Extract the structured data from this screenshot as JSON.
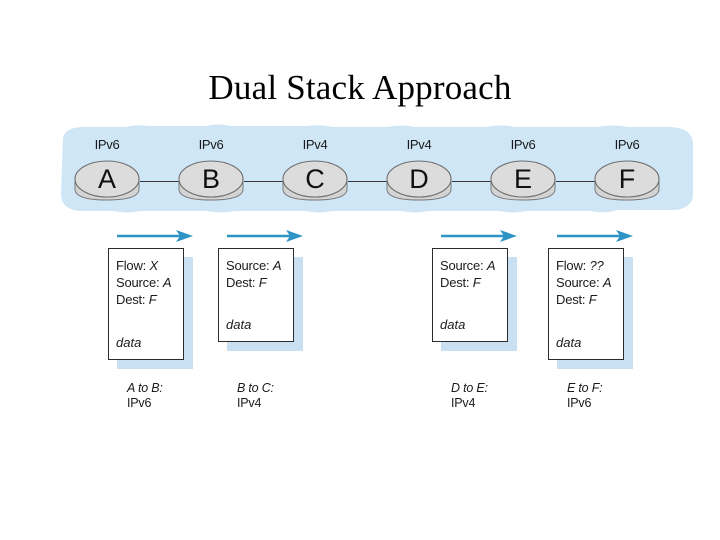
{
  "slide": {
    "title": "Dual Stack Approach"
  },
  "colors": {
    "cloud_fill": "#cfe6f7",
    "node_fill": "#d8d8d8",
    "node_stroke": "#6e6e6e",
    "arrow": "#2e94c4",
    "box_shadow": "#c9e0f2",
    "box_border": "#2b2b2b",
    "text": "#1b1b1b"
  },
  "network": {
    "nodes": [
      {
        "label": "A",
        "protocol": "IPv6"
      },
      {
        "label": "B",
        "protocol": "IPv6"
      },
      {
        "label": "C",
        "protocol": "IPv4"
      },
      {
        "label": "D",
        "protocol": "IPv4"
      },
      {
        "label": "E",
        "protocol": "IPv6"
      },
      {
        "label": "F",
        "protocol": "IPv6"
      }
    ]
  },
  "packets": [
    {
      "fields": [
        {
          "key": "Flow:",
          "value": "X"
        },
        {
          "key": "Source:",
          "value": "A"
        },
        {
          "key": "Dest:",
          "value": "F"
        }
      ],
      "payload": "data",
      "caption_hop": "A to B:",
      "caption_protocol": "IPv6"
    },
    {
      "fields": [
        {
          "key": "Source:",
          "value": "A"
        },
        {
          "key": "Dest:",
          "value": "F"
        }
      ],
      "payload": "data",
      "caption_hop": "B to C:",
      "caption_protocol": "IPv4"
    },
    {
      "fields": [
        {
          "key": "Source:",
          "value": "A"
        },
        {
          "key": "Dest:",
          "value": "F"
        }
      ],
      "payload": "data",
      "caption_hop": "D to E:",
      "caption_protocol": "IPv4"
    },
    {
      "fields": [
        {
          "key": "Flow:",
          "value": "??"
        },
        {
          "key": "Source:",
          "value": "A"
        },
        {
          "key": "Dest:",
          "value": "F"
        }
      ],
      "payload": "data",
      "caption_hop": "E to F:",
      "caption_protocol": "IPv6"
    }
  ]
}
